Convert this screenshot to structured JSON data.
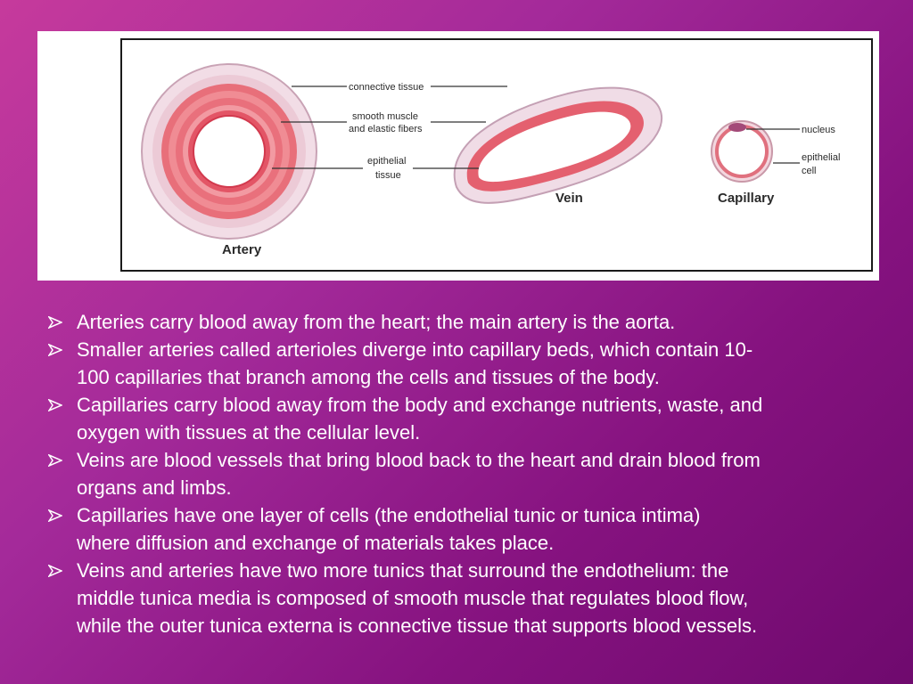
{
  "diagram": {
    "labels": {
      "connective_tissue": "connective tissue",
      "smooth_muscle_line1": "smooth muscle",
      "smooth_muscle_line2": "and elastic fibers",
      "epithelial_line1": "epithelial",
      "epithelial_line2": "tissue",
      "nucleus": "nucleus",
      "epithelial_cell_line1": "epithelial",
      "epithelial_cell_line2": "cell",
      "artery": "Artery",
      "vein": "Vein",
      "capillary": "Capillary"
    }
  },
  "bullets": [
    {
      "lines": [
        "Arteries carry blood away from the heart; the main artery is the aorta."
      ]
    },
    {
      "lines": [
        "Smaller arteries called arterioles diverge into capillary beds, which contain 10-",
        "100 capillaries that branch among the cells and tissues of the body."
      ]
    },
    {
      "lines": [
        "Capillaries carry blood away from the body and exchange nutrients, waste, and",
        "oxygen with tissues at the cellular level."
      ]
    },
    {
      "lines": [
        "Veins are blood vessels that bring blood back to the heart and drain blood from",
        "organs and limbs."
      ]
    },
    {
      "lines": [
        "Capillaries have one layer of cells (the endothelial tunic or tunica intima)",
        "where diffusion and exchange of materials takes place."
      ]
    },
    {
      "lines": [
        "Veins and arteries have two more tunics that surround the endothelium: the",
        "middle tunica media is composed of smooth muscle that regulates blood flow,",
        "while the outer tunica externa is connective tissue that supports blood vessels."
      ]
    }
  ]
}
